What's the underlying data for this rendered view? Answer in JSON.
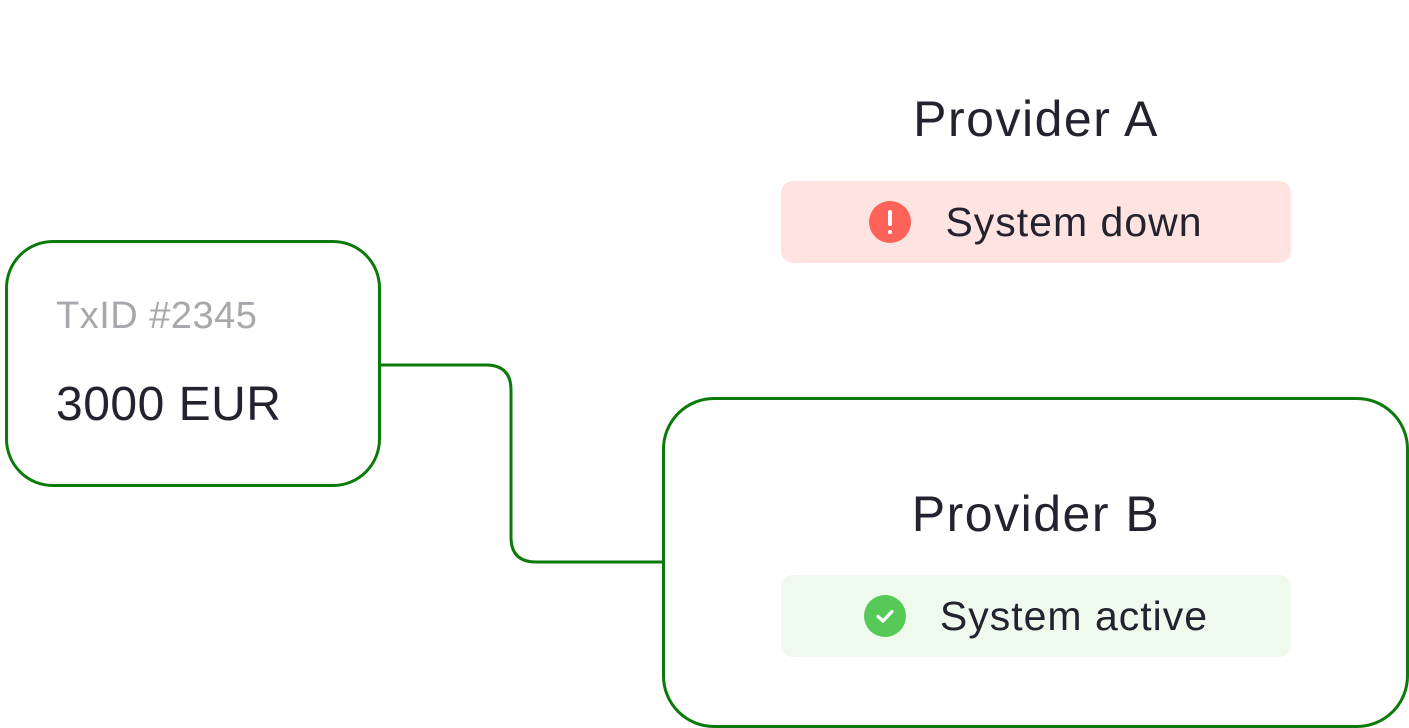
{
  "transaction": {
    "id": "TxID #2345",
    "amount": "3000 EUR"
  },
  "providers": [
    {
      "name": "Provider A",
      "status": "System down",
      "status_icon": "alert-icon",
      "status_color": "#ff6258",
      "pill_color": "#ffe3e1"
    },
    {
      "name": "Provider B",
      "status": "System active",
      "status_icon": "check-icon",
      "status_color": "#56c958",
      "pill_color": "#eefaee"
    }
  ],
  "colors": {
    "connector": "#0a7a0a",
    "text": "#23232f",
    "muted_text": "#a7a7ae"
  }
}
